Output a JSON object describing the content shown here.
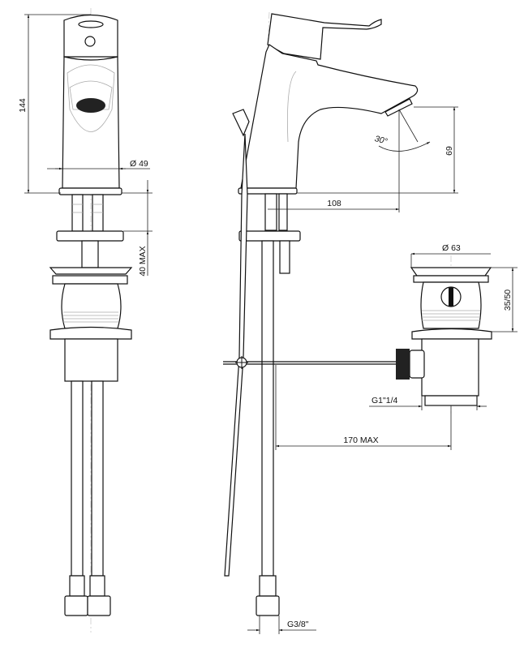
{
  "title": "Basin mixer technical drawing",
  "dimensions": {
    "height_total": "144",
    "body_diameter": "Ø 49",
    "deck_thickness": "40 MAX",
    "spout_angle": "30°",
    "spout_height": "69",
    "spout_reach": "108",
    "waste_diameter": "Ø 63",
    "waste_range": "35/50",
    "waste_thread": "G1\"1/4",
    "rod_length": "170 MAX",
    "hose_thread": "G3/8\""
  },
  "colors": {
    "line": "#111111",
    "hidden": "#aaaaaa"
  }
}
